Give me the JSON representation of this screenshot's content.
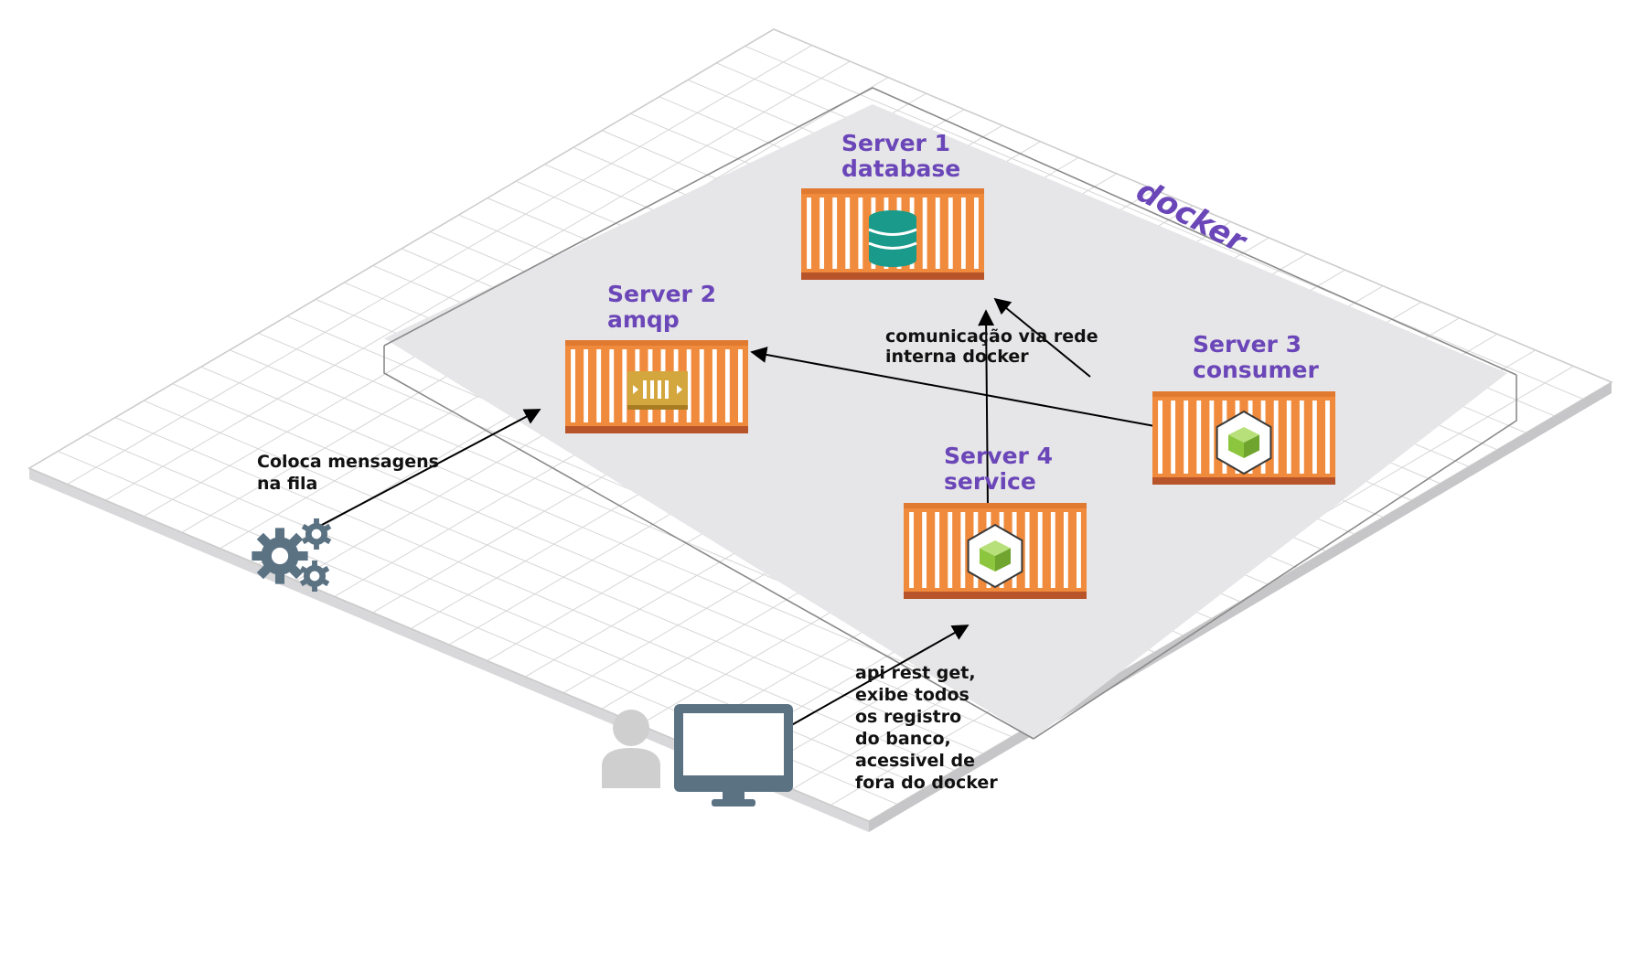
{
  "platform_label": "docker",
  "servers": [
    {
      "id": "server1",
      "title": "Server 1",
      "role": "database",
      "icon": "database-icon"
    },
    {
      "id": "server2",
      "title": "Server 2",
      "role": "amqp",
      "icon": "queue-icon"
    },
    {
      "id": "server3",
      "title": "Server 3",
      "role": "consumer",
      "icon": "node-cube-icon"
    },
    {
      "id": "server4",
      "title": "Server 4",
      "role": "service",
      "icon": "node-cube-icon"
    }
  ],
  "notes": {
    "internal_network": [
      "comunicação via rede",
      "interna docker"
    ],
    "queue_producer": [
      "Coloca mensagens",
      "na fila"
    ],
    "api_access": [
      "api rest get,",
      "exibe todos",
      "os registro",
      "do banco,",
      "acessivel de",
      "fora do docker"
    ]
  },
  "actors": {
    "producer": "gears-icon",
    "user": "user-icon",
    "client": "monitor-icon"
  },
  "colors": {
    "container_orange": "#f08a3c",
    "container_dark": "#b8542a",
    "label_purple": "#6b46b8",
    "icon_slate": "#5b7283",
    "db_teal": "#1a9a8a",
    "queue_gold": "#d4a73e",
    "node_green": "#8cc63f",
    "zone_gray": "#e6e6e8"
  }
}
